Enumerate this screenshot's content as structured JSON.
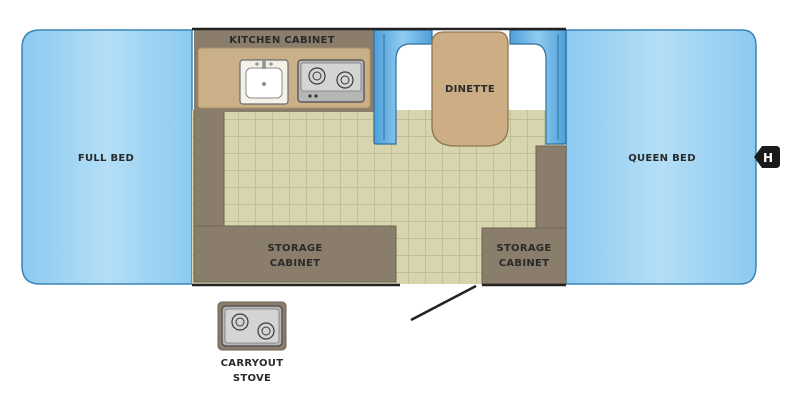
{
  "labels": {
    "full_bed": "FULL BED",
    "queen_bed": "QUEEN BED",
    "kitchen_cabinet": "KITCHEN CABINET",
    "dinette": "DINETTE",
    "storage_left_1": "STORAGE",
    "storage_left_2": "CABINET",
    "storage_right_1": "STORAGE",
    "storage_right_2": "CABINET",
    "carryout_1": "CARRYOUT",
    "carryout_2": "STOVE",
    "hitch": "H"
  },
  "colors": {
    "bed_fill": "#9fd4f2",
    "bed_stroke": "#3a85b8",
    "cabinet": "#8b7d6b",
    "counter": "#c9b089",
    "floor": "#d6d5ae",
    "floor_grid": "#b3b28a",
    "seat": "#6fb6e6",
    "table": "#cdae84",
    "wall": "#222222"
  }
}
